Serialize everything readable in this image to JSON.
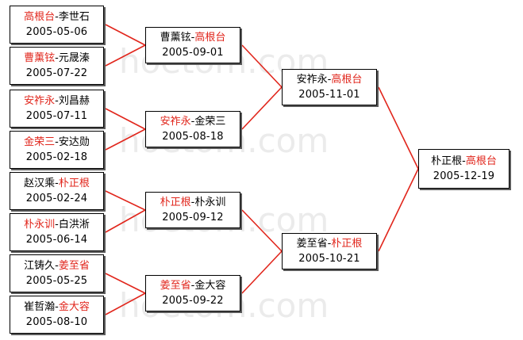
{
  "watermark": "hoetom.com",
  "colors": {
    "winner": "#e1261c",
    "line": "#e1261c",
    "text": "#000000"
  },
  "round1": [
    {
      "p1": "高根台",
      "p2": "李世石",
      "winner": 1,
      "date": "2005-05-06"
    },
    {
      "p1": "曹薰铉",
      "p2": "元晟溱",
      "winner": 1,
      "date": "2005-07-22"
    },
    {
      "p1": "安祚永",
      "p2": "刘昌赫",
      "winner": 1,
      "date": "2005-07-11"
    },
    {
      "p1": "金荣三",
      "p2": "安达勋",
      "winner": 1,
      "date": "2005-02-18"
    },
    {
      "p1": "赵汉乘",
      "p2": "朴正根",
      "winner": 2,
      "date": "2005-02-24"
    },
    {
      "p1": "朴永训",
      "p2": "白洪淅",
      "winner": 1,
      "date": "2005-06-14"
    },
    {
      "p1": "江铸久",
      "p2": "姜至省",
      "winner": 2,
      "date": "2005-05-25"
    },
    {
      "p1": "崔哲瀚",
      "p2": "金大容",
      "winner": 2,
      "date": "2005-08-10"
    }
  ],
  "round2": [
    {
      "p1": "曹薰铉",
      "p2": "高根台",
      "winner": 2,
      "date": "2005-09-01"
    },
    {
      "p1": "安祚永",
      "p2": "金荣三",
      "winner": 1,
      "date": "2005-08-18"
    },
    {
      "p1": "朴正根",
      "p2": "朴永训",
      "winner": 1,
      "date": "2005-09-12"
    },
    {
      "p1": "姜至省",
      "p2": "金大容",
      "winner": 1,
      "date": "2005-09-22"
    }
  ],
  "round3": [
    {
      "p1": "安祚永",
      "p2": "高根台",
      "winner": 2,
      "date": "2005-11-01"
    },
    {
      "p1": "姜至省",
      "p2": "朴正根",
      "winner": 2,
      "date": "2005-10-21"
    }
  ],
  "final": [
    {
      "p1": "朴正根",
      "p2": "高根台",
      "winner": 2,
      "date": "2005-12-19"
    }
  ]
}
